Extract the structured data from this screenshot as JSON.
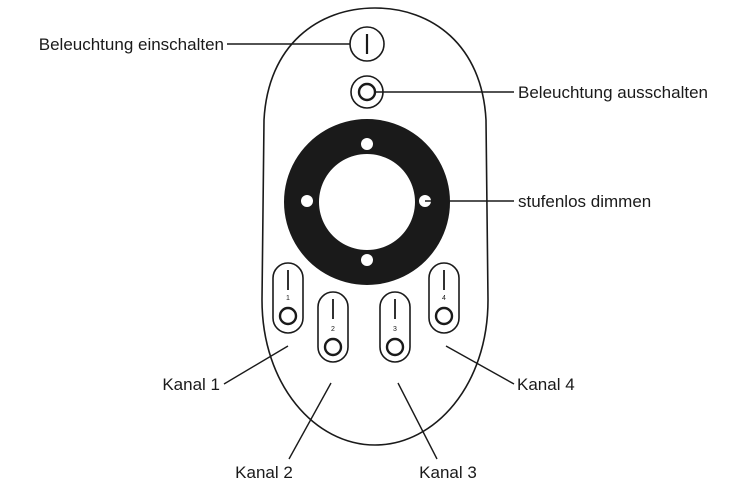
{
  "labels": {
    "light_on": "Beleuchtung einschalten",
    "light_off": "Beleuchtung ausschalten",
    "dimming": "stufenlos dimmen",
    "channel_1": "Kanal 1",
    "channel_2": "Kanal 2",
    "channel_3": "Kanal 3",
    "channel_4": "Kanal 4"
  },
  "channel_buttons": [
    {
      "number": "1"
    },
    {
      "number": "2"
    },
    {
      "number": "3"
    },
    {
      "number": "4"
    }
  ],
  "colors": {
    "line": "#1a1a1a",
    "dimmer_ring": "#1a1a1a",
    "background": "#ffffff"
  }
}
